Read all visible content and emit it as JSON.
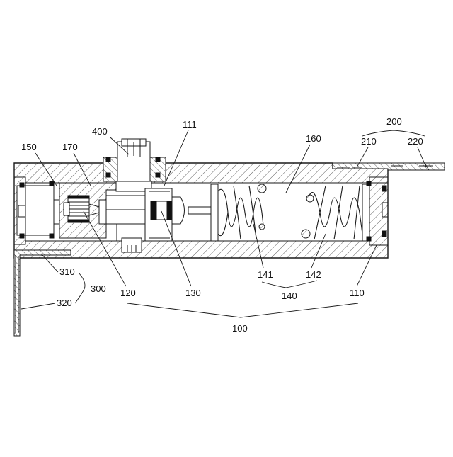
{
  "labels": {
    "l100": "100",
    "l110": "110",
    "l111": "111",
    "l120": "120",
    "l130": "130",
    "l140": "140",
    "l141": "141",
    "l142": "142",
    "l150": "150",
    "l160": "160",
    "l170": "170",
    "l200": "200",
    "l210": "210",
    "l220": "220",
    "l300": "300",
    "l310": "310",
    "l320": "320",
    "l400": "400"
  }
}
